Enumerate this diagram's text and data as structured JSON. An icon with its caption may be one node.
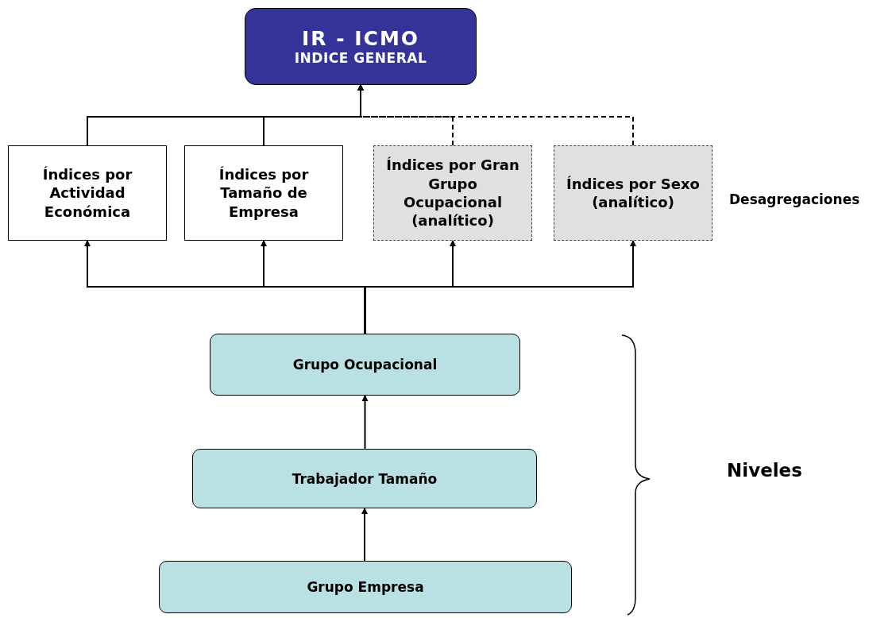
{
  "diagram": {
    "nodes": [
      {
        "text": [
          "IR - ICMO",
          "INDICE GENERAL"
        ]
      },
      {
        "text": [
          "Índices por Actividad Económica"
        ]
      },
      {
        "text": [
          "Índices por Tamaño de Empresa"
        ]
      },
      {
        "text": [
          "Índices por Gran Grupo Ocupacional (analítico)"
        ]
      },
      {
        "text": [
          "Índices por Sexo (analítico)"
        ]
      },
      {
        "text": [
          "Grupo Ocupacional"
        ]
      },
      {
        "text": [
          "Trabajador Tamaño"
        ]
      },
      {
        "text": [
          "Grupo Empresa"
        ]
      }
    ],
    "edges": [
      {
        "from": 1,
        "to": 0,
        "arrow": "to"
      },
      {
        "from": 2,
        "to": 0,
        "arrow": "to"
      },
      {
        "from": 3,
        "to": 0,
        "arrow": "to",
        "style": "dashed"
      },
      {
        "from": 4,
        "to": 0,
        "arrow": "to",
        "style": "dashed"
      },
      {
        "from": 5,
        "to": 1,
        "arrow": "to"
      },
      {
        "from": 5,
        "to": 2,
        "arrow": "to"
      },
      {
        "from": 5,
        "to": 3,
        "arrow": "to"
      },
      {
        "from": 5,
        "to": 4,
        "arrow": "to"
      },
      {
        "from": 6,
        "to": 5,
        "arrow": "to"
      },
      {
        "from": 7,
        "to": 6,
        "arrow": "to"
      }
    ],
    "labels": [
      "Desagregaciones",
      "Niveles"
    ]
  }
}
